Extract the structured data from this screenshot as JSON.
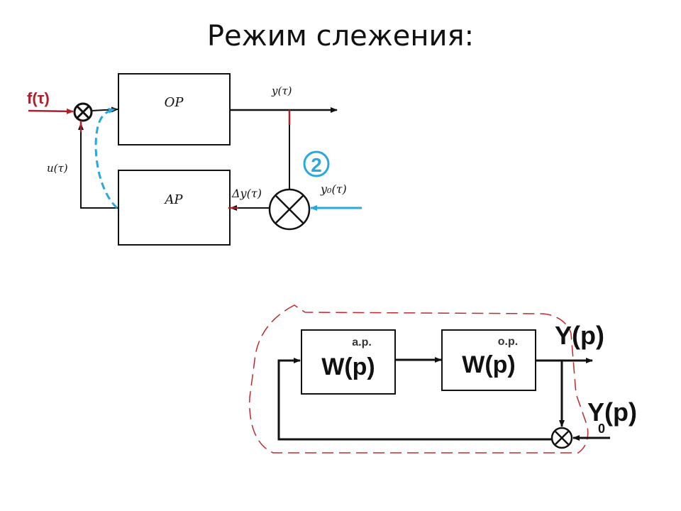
{
  "slide": {
    "title": "Режим слежения:"
  },
  "top_diagram": {
    "block_or_label": "OP",
    "block_ar_label": "AP",
    "signal_f": "f(τ)",
    "signal_y": "y(τ)",
    "signal_u": "u(τ)",
    "signal_dy": "Δy(τ)",
    "signal_y0": "y₀(τ)",
    "mode_marker": "2"
  },
  "bottom_diagram": {
    "block_ar_superscript": "а.р.",
    "block_ar_func": "W(p)",
    "block_or_superscript": "о.р.",
    "block_or_func": "W(p)",
    "output_label": "Y(p)",
    "setpoint_label": "Y(p)",
    "setpoint_subscript": "0"
  },
  "colors": {
    "line": "#111111",
    "disturbance": "#b0202a",
    "highlight": "#29a8e0",
    "contour": "#c0282e"
  }
}
